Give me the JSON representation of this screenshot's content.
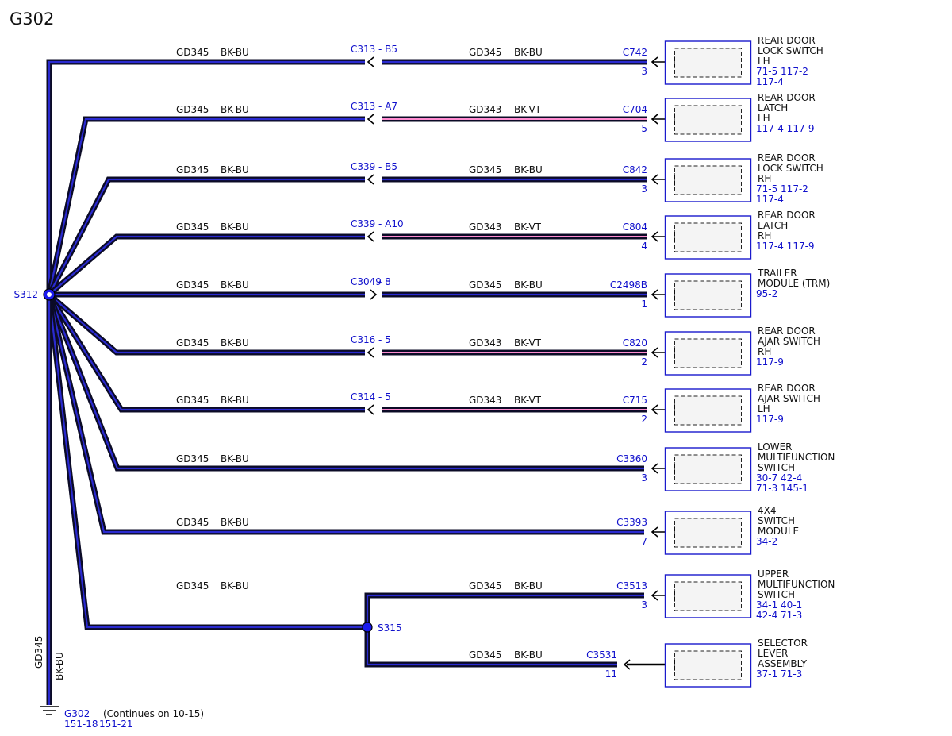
{
  "title": "G302",
  "colors": {
    "wire_outer": "#0b0b26",
    "wire_inner": "#2a2ad0",
    "stripe_bkvt": "#ff8cd0",
    "label_blue": "#1010cc",
    "component_border": "#1a1acc",
    "component_fill": "#f4f4f4",
    "text": "#111111"
  },
  "splice_main": {
    "label": "S312"
  },
  "splice_secondary": {
    "label": "S315"
  },
  "ground": {
    "circuit": "GD345",
    "color": "BK-BU",
    "label": "G302",
    "note": "(Continues on 10-15)",
    "refs": [
      "151-18",
      "151-21"
    ]
  },
  "rows": [
    {
      "left_circuit": "GD345",
      "left_color": "BK-BU",
      "inline_connector": "C313",
      "inline_pin": "- B5",
      "right_circuit": "GD345",
      "right_color": "BK-BU",
      "right_stripe": false,
      "connector": "C742",
      "pin": "3",
      "component_lines": [
        "REAR DOOR",
        "LOCK SWITCH",
        "LH"
      ],
      "refs": [
        "71-5   117-2",
        "117-4"
      ]
    },
    {
      "left_circuit": "GD345",
      "left_color": "BK-BU",
      "inline_connector": "C313",
      "inline_pin": "- A7",
      "right_circuit": "GD343",
      "right_color": "BK-VT",
      "right_stripe": true,
      "connector": "C704",
      "pin": "5",
      "component_lines": [
        "REAR DOOR",
        "LATCH",
        "LH"
      ],
      "refs": [
        "117-4  117-9"
      ]
    },
    {
      "left_circuit": "GD345",
      "left_color": "BK-BU",
      "inline_connector": "C339",
      "inline_pin": "- B5",
      "right_circuit": "GD345",
      "right_color": "BK-BU",
      "right_stripe": false,
      "connector": "C842",
      "pin": "3",
      "component_lines": [
        "REAR DOOR",
        "LOCK SWITCH",
        "RH"
      ],
      "refs": [
        "71-5   117-2",
        "117-4"
      ]
    },
    {
      "left_circuit": "GD345",
      "left_color": "BK-BU",
      "inline_connector": "C339",
      "inline_pin": "- A10",
      "right_circuit": "GD343",
      "right_color": "BK-VT",
      "right_stripe": true,
      "connector": "C804",
      "pin": "4",
      "component_lines": [
        "REAR DOOR",
        "LATCH",
        "RH"
      ],
      "refs": [
        "117-4  117-9"
      ]
    },
    {
      "left_circuit": "GD345",
      "left_color": "BK-BU",
      "inline_connector": "C3049",
      "inline_pin": "- 8",
      "right_circuit": "GD345",
      "right_color": "BK-BU",
      "right_stripe": false,
      "connector": "C2498B",
      "pin": "1",
      "component_lines": [
        "TRAILER",
        "MODULE (TRM)"
      ],
      "refs": [
        "95-2"
      ]
    },
    {
      "left_circuit": "GD345",
      "left_color": "BK-BU",
      "inline_connector": "C316",
      "inline_pin": "- 5",
      "right_circuit": "GD343",
      "right_color": "BK-VT",
      "right_stripe": true,
      "connector": "C820",
      "pin": "2",
      "component_lines": [
        "REAR DOOR",
        "AJAR SWITCH",
        "RH"
      ],
      "refs": [
        "117-9"
      ]
    },
    {
      "left_circuit": "GD345",
      "left_color": "BK-BU",
      "inline_connector": "C314",
      "inline_pin": "- 5",
      "right_circuit": "GD343",
      "right_color": "BK-VT",
      "right_stripe": true,
      "connector": "C715",
      "pin": "2",
      "component_lines": [
        "REAR DOOR",
        "AJAR SWITCH",
        "LH"
      ],
      "refs": [
        "117-9"
      ]
    },
    {
      "left_circuit": "GD345",
      "left_color": "BK-BU",
      "inline_connector": "",
      "inline_pin": "",
      "right_circuit": "",
      "right_color": "",
      "right_stripe": false,
      "connector": "C3360",
      "pin": "3",
      "component_lines": [
        "LOWER",
        "MULTIFUNCTION",
        "SWITCH"
      ],
      "refs": [
        "30-7    42-4",
        "71-3    145-1"
      ]
    },
    {
      "left_circuit": "GD345",
      "left_color": "BK-BU",
      "inline_connector": "",
      "inline_pin": "",
      "right_circuit": "",
      "right_color": "",
      "right_stripe": false,
      "connector": "C3393",
      "pin": "7",
      "component_lines": [
        "4X4",
        "SWITCH",
        "MODULE"
      ],
      "refs": [
        "34-2"
      ]
    },
    {
      "left_circuit": "GD345",
      "left_color": "BK-BU",
      "inline_connector": "",
      "inline_pin": "",
      "right_circuit": "GD345",
      "right_color": "BK-BU",
      "right_stripe": false,
      "connector": "C3513",
      "pin": "3",
      "component_lines": [
        "UPPER",
        "MULTIFUNCTION",
        "SWITCH"
      ],
      "refs": [
        "34-1    40-1",
        "42-4    71-3"
      ]
    },
    {
      "left_circuit": "",
      "left_color": "",
      "inline_connector": "",
      "inline_pin": "",
      "right_circuit": "GD345",
      "right_color": "BK-BU",
      "right_stripe": false,
      "connector": "C3531",
      "pin": "11",
      "component_lines": [
        "SELECTOR",
        "LEVER",
        "ASSEMBLY"
      ],
      "refs": [
        "37-1    71-3"
      ]
    }
  ]
}
